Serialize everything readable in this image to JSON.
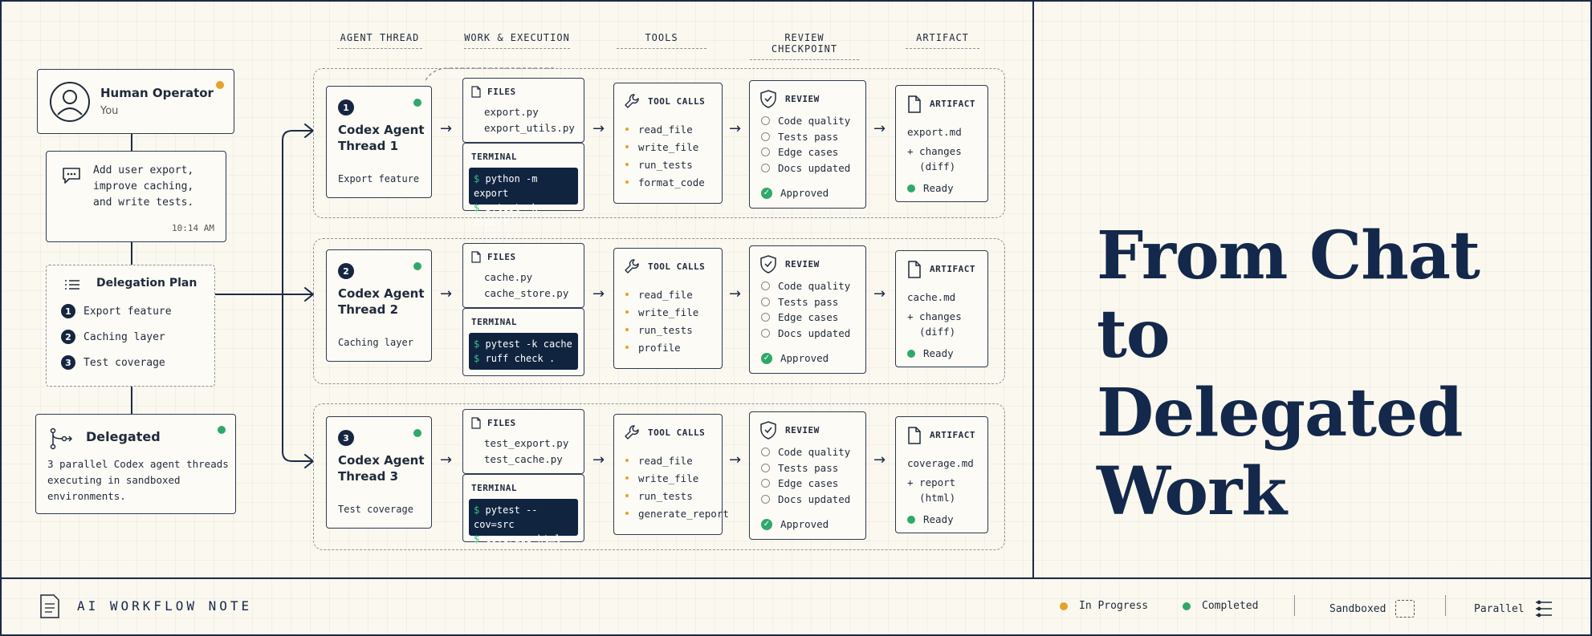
{
  "columns": [
    "AGENT THREAD",
    "WORK & EXECUTION",
    "TOOLS",
    "REVIEW CHECKPOINT",
    "ARTIFACT"
  ],
  "operator": {
    "name": "Human Operator",
    "sub": "You"
  },
  "message": {
    "text": "Add user export,\nimprove caching,\nand write tests.",
    "time": "10:14 AM"
  },
  "plan": {
    "title": "Delegation Plan",
    "items": [
      {
        "num": "1",
        "label": "Export feature"
      },
      {
        "num": "2",
        "label": "Caching layer"
      },
      {
        "num": "3",
        "label": "Test coverage"
      }
    ]
  },
  "delegated": {
    "title": "Delegated",
    "desc": "3 parallel Codex agent threads\nexecuting in sandboxed\nenvironments."
  },
  "labels": {
    "files": "FILES",
    "terminal": "TERMINAL",
    "tool_calls": "TOOL CALLS",
    "review": "REVIEW",
    "artifact": "ARTIFACT",
    "approved": "Approved",
    "ready": "Ready",
    "review_items": [
      "Code quality",
      "Tests pass",
      "Edge cases",
      "Docs updated"
    ]
  },
  "threads": [
    {
      "num": "1",
      "title": "Codex Agent\nThread 1",
      "task": "Export feature",
      "files": [
        "export.py",
        "export_utils.py"
      ],
      "terminal": [
        "python -m export",
        "pytest -k export"
      ],
      "tools": [
        "read_file",
        "write_file",
        "run_tests",
        "format_code"
      ],
      "artifact": {
        "file": "export.md",
        "changes": "+ changes\n  (diff)"
      }
    },
    {
      "num": "2",
      "title": "Codex Agent\nThread 2",
      "task": "Caching layer",
      "files": [
        "cache.py",
        "cache_store.py"
      ],
      "terminal": [
        "pytest -k cache",
        "ruff check ."
      ],
      "tools": [
        "read_file",
        "write_file",
        "run_tests",
        "profile"
      ],
      "artifact": {
        "file": "cache.md",
        "changes": "+ changes\n  (diff)"
      }
    },
    {
      "num": "3",
      "title": "Codex Agent\nThread 3",
      "task": "Test coverage",
      "files": [
        "test_export.py",
        "test_cache.py"
      ],
      "terminal": [
        "pytest --cov=src",
        "coverage html"
      ],
      "tools": [
        "read_file",
        "write_file",
        "run_tests",
        "generate_report"
      ],
      "artifact": {
        "file": "coverage.md",
        "changes": "+ report\n  (html)"
      }
    }
  ],
  "hero": {
    "line1": "From Chat to",
    "line2": "Delegated Work"
  },
  "footer": {
    "title": "AI WORKFLOW NOTE",
    "in_progress": "In Progress",
    "completed": "Completed",
    "sandboxed": "Sandboxed",
    "parallel": "Parallel"
  },
  "colors": {
    "navy": "#13284a",
    "orange": "#e7a12a",
    "green": "#2fa86b",
    "terminal_bg": "#102440"
  }
}
